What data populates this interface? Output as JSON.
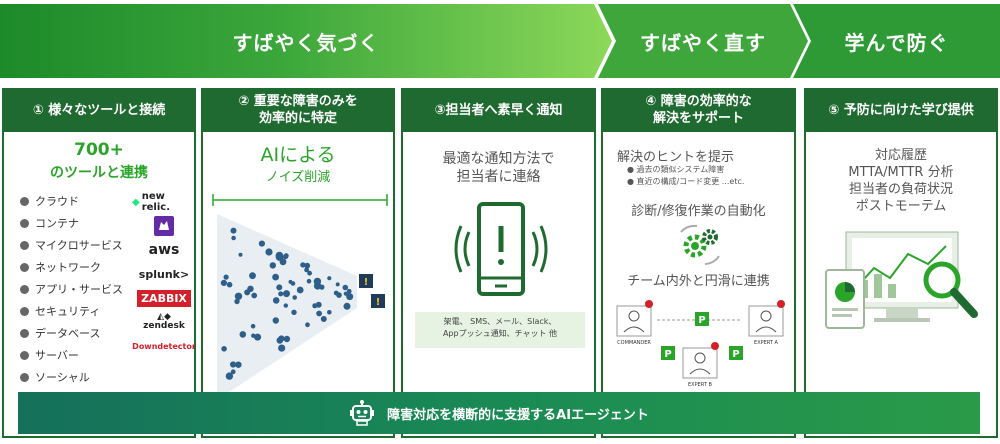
{
  "banners": {
    "b1": "すばやく気づく",
    "b2": "すばやく直す",
    "b3": "学んで防ぐ"
  },
  "columns": {
    "c1": {
      "head": "① 様々なツールと接続",
      "count": "700+",
      "count_sub": "のツールと連携",
      "items": [
        "クラウド",
        "コンテナ",
        "マイクロサービス",
        "ネットワーク",
        "アプリ・サービス",
        "セキュリティ",
        "データベース",
        "サーバー",
        "ソーシャル"
      ],
      "logos": [
        "new relic.",
        "",
        "aws",
        "splunk>",
        "ZABBIX",
        "zendesk",
        "Downdetector"
      ]
    },
    "c2": {
      "head_l1": "② 重要な障害のみを",
      "head_l2": "効率的に特定",
      "title": "AIによる",
      "sub": "ノイズ削減"
    },
    "c3": {
      "head": "③担当者へ素早く通知",
      "line1": "最適な通知方法で",
      "line2": "担当者に連絡",
      "box_l1": "架電、 SMS、メール、Slack、",
      "box_l2": "Appプッシュ通知、チャット 他"
    },
    "c4": {
      "head_l1": "④ 障害の効率的な",
      "head_l2": "解決をサポート",
      "t1": "解決のヒントを提示",
      "s1": "過去の類似システム障害",
      "s2": "直近の構成/コード変更 ...etc.",
      "t2": "診断/修復作業の自動化",
      "t3": "チーム内外と円滑に連携",
      "role1": "COMMANDER",
      "role2": "EXPERT A",
      "role3": "EXPERT B",
      "p": "P"
    },
    "c5": {
      "head": "⑤ 予防に向けた学び提供",
      "l1": "対応履歴",
      "l2": "MTTA/MTTR 分析",
      "l3": "担当者の負荷状況",
      "l4": "ポストモーテム"
    }
  },
  "bottom": {
    "label": "障害対応を横断的に支援するAIエージェント"
  },
  "colors": {
    "dark_green": "#1f6a30",
    "accent_green": "#2aa52a",
    "logo_red": "#d4202a",
    "logo_purple": "#632ca6"
  }
}
